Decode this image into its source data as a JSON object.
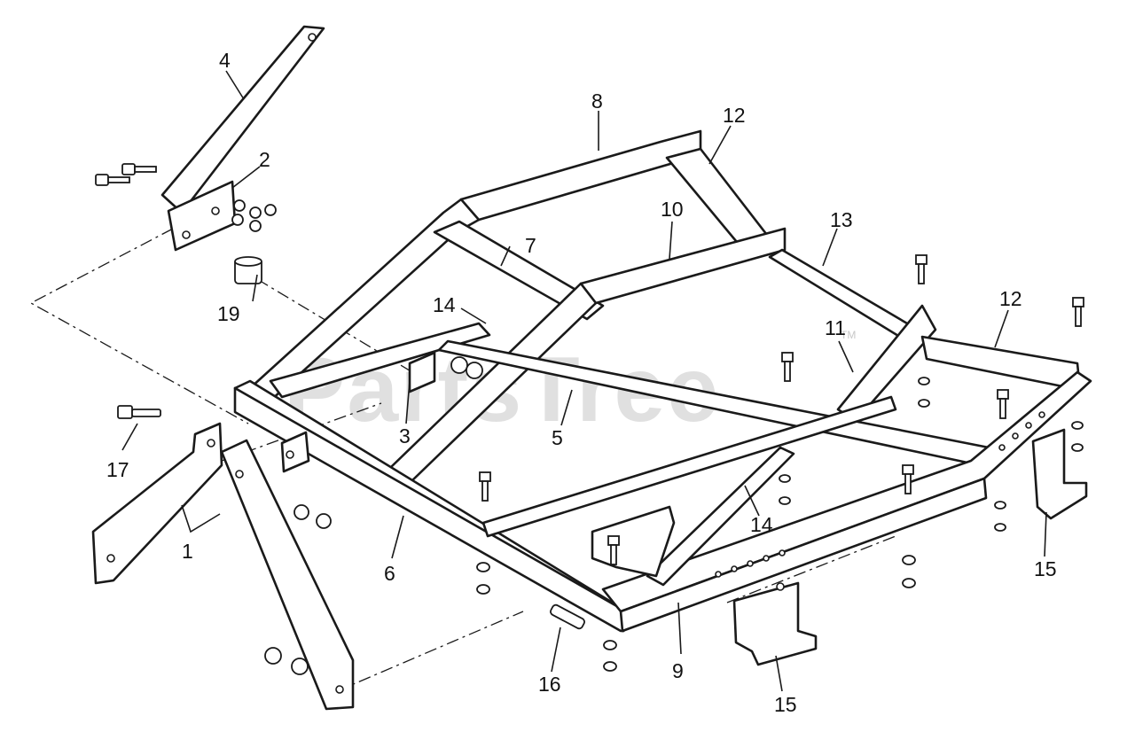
{
  "watermark": "PartsTree",
  "watermark_tm": "TM",
  "callouts": [
    "1",
    "2",
    "3",
    "4",
    "5",
    "6",
    "7",
    "8",
    "9",
    "10",
    "11",
    "12",
    "12",
    "13",
    "14",
    "14",
    "15",
    "15",
    "16",
    "17",
    "19"
  ]
}
